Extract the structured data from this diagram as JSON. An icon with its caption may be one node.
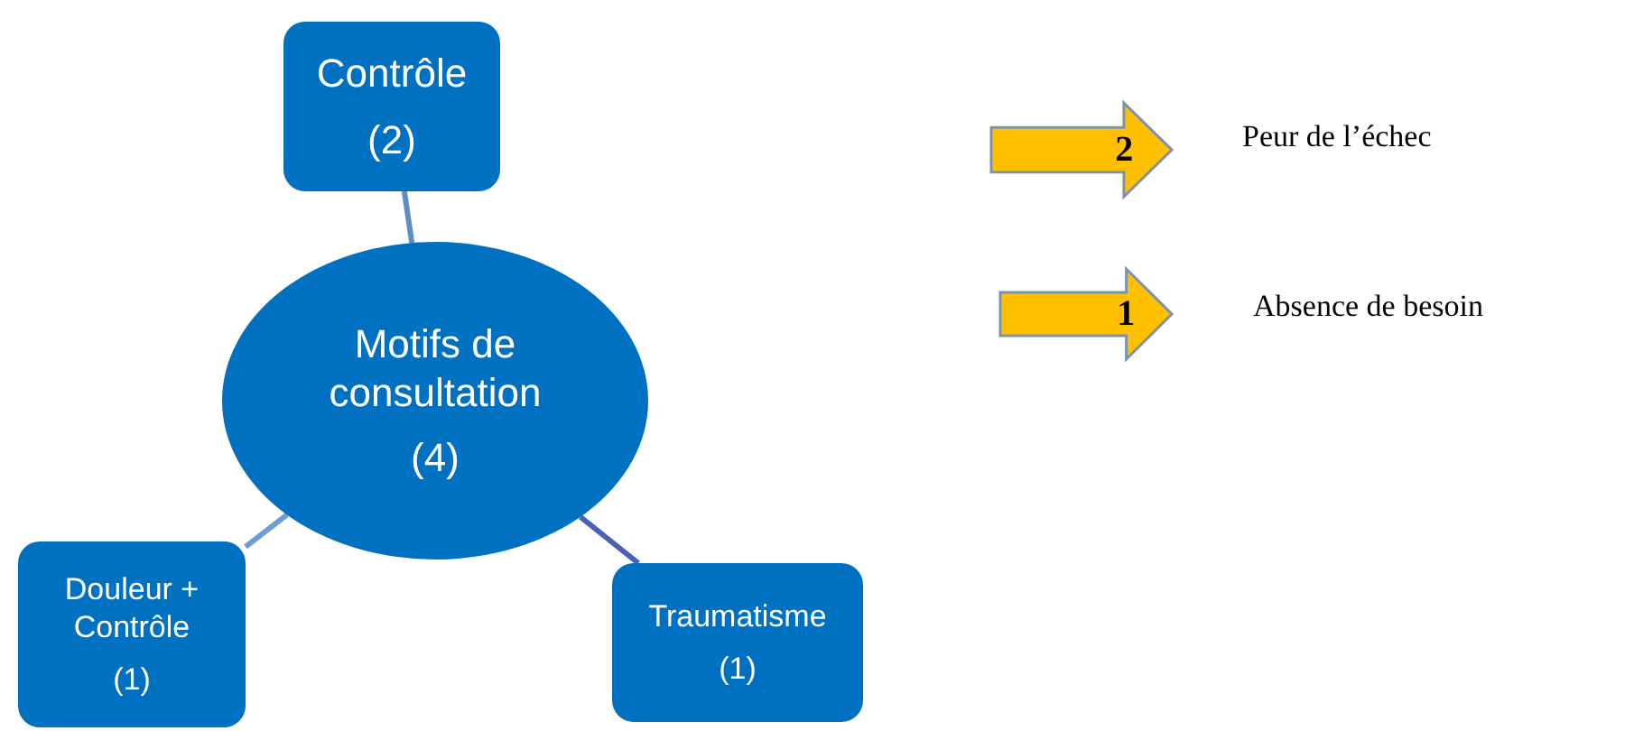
{
  "diagram": {
    "nodes": [
      {
        "text": [
          "Contrôle",
          "(2)"
        ]
      },
      {
        "text": [
          "Motifs de consultation",
          "(4)"
        ]
      },
      {
        "text": [
          "Douleur + Contrôle",
          "(1)"
        ]
      },
      {
        "text": [
          "Traumatisme",
          "(1)"
        ]
      },
      {
        "text": [
          "2"
        ],
        "beside": [
          "Peur de l’échec"
        ]
      },
      {
        "text": [
          "1"
        ],
        "beside": [
          "Absence de besoin"
        ]
      }
    ],
    "edges": [
      {
        "from": 0,
        "to": 1,
        "arrow": "none"
      },
      {
        "from": 1,
        "to": 2,
        "arrow": "none",
        "color": "#6a9fd6"
      },
      {
        "from": 1,
        "to": 3,
        "arrow": "none",
        "color": "#4a62b4"
      }
    ]
  }
}
